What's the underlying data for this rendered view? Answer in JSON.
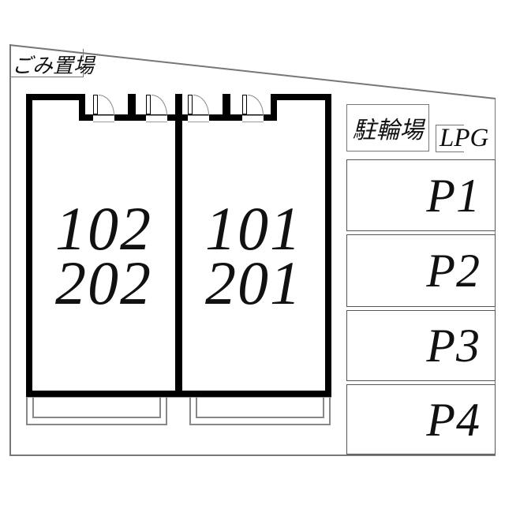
{
  "labels": {
    "garbage_area": "ごみ置場",
    "bicycle_parking": "駐輪場",
    "lpg": "LPG"
  },
  "building": {
    "left_unit": {
      "first_floor": "102",
      "second_floor": "202"
    },
    "right_unit": {
      "first_floor": "101",
      "second_floor": "201"
    }
  },
  "parking_stalls": [
    {
      "label": "P1"
    },
    {
      "label": "P2"
    },
    {
      "label": "P3"
    },
    {
      "label": "P4"
    }
  ],
  "colors": {
    "wall": "#000000",
    "boundary_line": "#777777",
    "detail_line": "#888888",
    "text": "#111111",
    "background": "#ffffff"
  }
}
